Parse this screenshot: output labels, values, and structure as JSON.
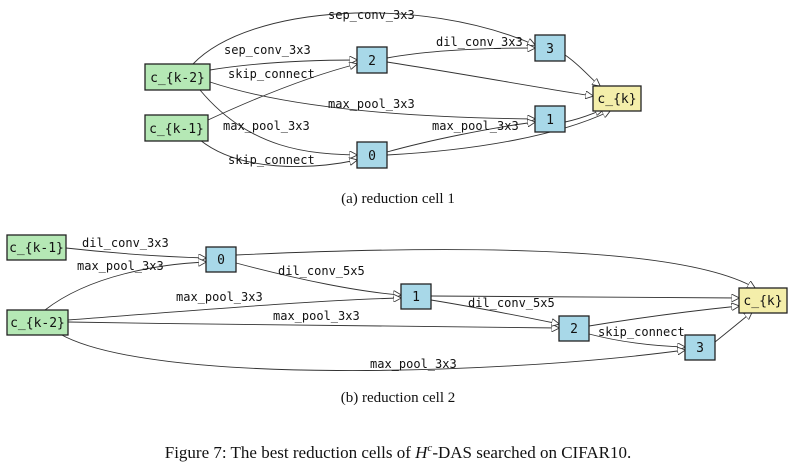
{
  "diagrams": [
    {
      "caption": "(a) reduction cell 1",
      "nodes": [
        {
          "id": "km2",
          "label": "c_{k-2}",
          "kind": "in"
        },
        {
          "id": "km1",
          "label": "c_{k-1}",
          "kind": "in"
        },
        {
          "id": "n0",
          "label": "0",
          "kind": "mid"
        },
        {
          "id": "n1",
          "label": "1",
          "kind": "mid"
        },
        {
          "id": "n2",
          "label": "2",
          "kind": "mid"
        },
        {
          "id": "n3",
          "label": "3",
          "kind": "mid"
        },
        {
          "id": "out",
          "label": "c_{k}",
          "kind": "out"
        }
      ],
      "edges": [
        {
          "from": "km2",
          "to": "n3",
          "label": "sep_conv_3x3"
        },
        {
          "from": "km2",
          "to": "n2",
          "label": "sep_conv_3x3"
        },
        {
          "from": "km1",
          "to": "n2",
          "label": "skip_connect"
        },
        {
          "from": "km2",
          "to": "n1",
          "label": "max_pool_3x3"
        },
        {
          "from": "km2",
          "to": "n0",
          "label": "max_pool_3x3"
        },
        {
          "from": "km1",
          "to": "n0",
          "label": "skip_connect"
        },
        {
          "from": "n2",
          "to": "n3",
          "label": "dil_conv_3x3"
        },
        {
          "from": "n0",
          "to": "n1",
          "label": "max_pool_3x3"
        },
        {
          "from": "n3",
          "to": "out",
          "label": ""
        },
        {
          "from": "n2",
          "to": "out",
          "label": ""
        },
        {
          "from": "n1",
          "to": "out",
          "label": ""
        },
        {
          "from": "n0",
          "to": "out",
          "label": ""
        }
      ]
    },
    {
      "caption": "(b) reduction cell 2",
      "nodes": [
        {
          "id": "km1",
          "label": "c_{k-1}",
          "kind": "in"
        },
        {
          "id": "km2",
          "label": "c_{k-2}",
          "kind": "in"
        },
        {
          "id": "n0",
          "label": "0",
          "kind": "mid"
        },
        {
          "id": "n1",
          "label": "1",
          "kind": "mid"
        },
        {
          "id": "n2",
          "label": "2",
          "kind": "mid"
        },
        {
          "id": "n3",
          "label": "3",
          "kind": "mid"
        },
        {
          "id": "out",
          "label": "c_{k}",
          "kind": "out"
        }
      ],
      "edges": [
        {
          "from": "km1",
          "to": "n0",
          "label": "dil_conv_3x3"
        },
        {
          "from": "km2",
          "to": "n0",
          "label": "max_pool_3x3"
        },
        {
          "from": "n0",
          "to": "n1",
          "label": "dil_conv_5x5"
        },
        {
          "from": "km2",
          "to": "n1",
          "label": "max_pool_3x3"
        },
        {
          "from": "km2",
          "to": "n2",
          "label": "max_pool_3x3"
        },
        {
          "from": "n1",
          "to": "n2",
          "label": "dil_conv_5x5"
        },
        {
          "from": "n2",
          "to": "n3",
          "label": "skip_connect"
        },
        {
          "from": "km2",
          "to": "n3",
          "label": "max_pool_3x3"
        },
        {
          "from": "n0",
          "to": "out",
          "label": ""
        },
        {
          "from": "n1",
          "to": "out",
          "label": ""
        },
        {
          "from": "n2",
          "to": "out",
          "label": ""
        },
        {
          "from": "n3",
          "to": "out",
          "label": ""
        }
      ]
    }
  ],
  "figure_caption": {
    "prefix": "Figure 7: The best reduction cells of ",
    "symbol": "H",
    "superscript": "c",
    "suffix": "-DAS searched on CIFAR10."
  }
}
